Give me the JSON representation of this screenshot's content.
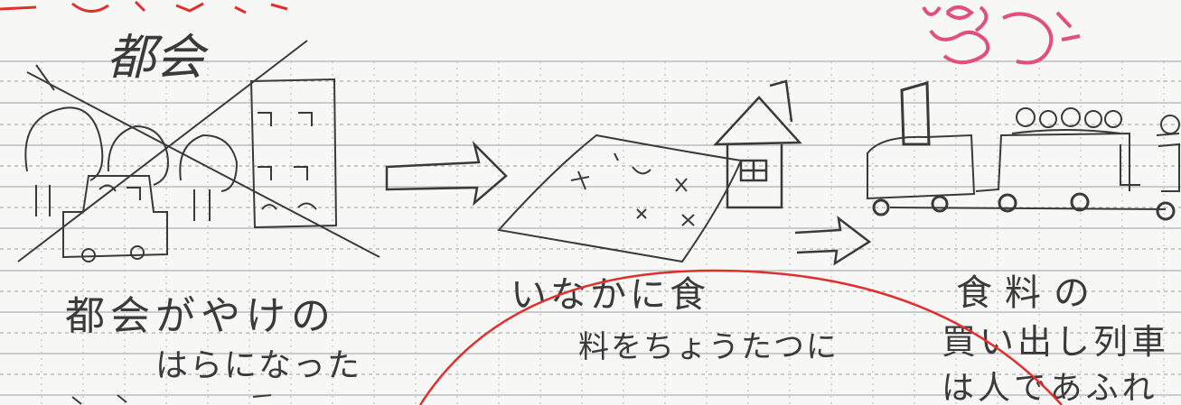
{
  "notebook": {
    "paper_color": "#f7f7f5",
    "grid_color": "#9aa0a6",
    "pencil_color": "#3a3a3a",
    "red_pen_color": "#e0302e",
    "pink_stamp_color": "#e0507a"
  },
  "heading": {
    "title": "都会"
  },
  "panels": [
    {
      "caption_line1": "都会がやけの",
      "caption_line2": "はらになった"
    },
    {
      "caption_line1": "いなかに食",
      "caption_line2": "料をちょうたつに"
    },
    {
      "caption_line1": "食料の",
      "caption_line2": "買い出し列車",
      "caption_line3": "は人であふれ"
    }
  ],
  "icons": [
    "city-burned-drawing",
    "arrow-right-icon",
    "field-drawing",
    "house-drawing",
    "train-drawing",
    "stamp-icon"
  ]
}
